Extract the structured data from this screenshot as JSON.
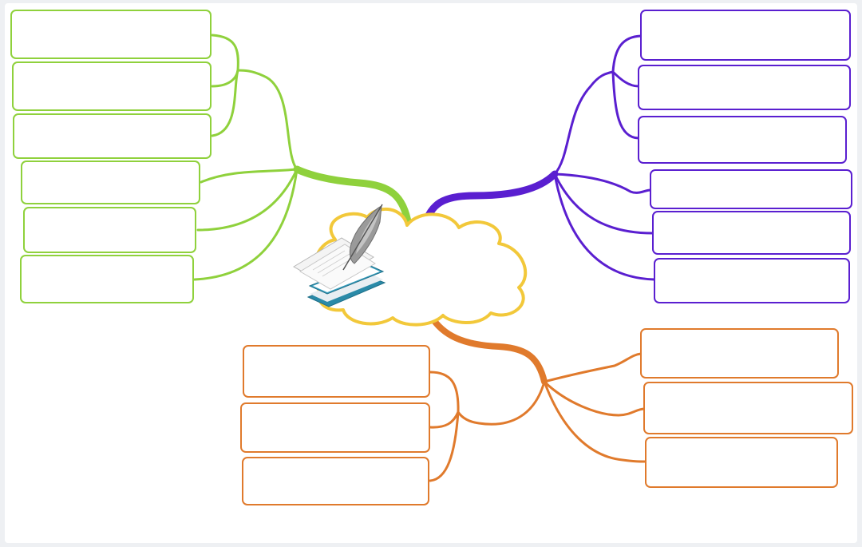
{
  "diagram": {
    "type": "mind-map",
    "center": {
      "label": "",
      "icon": "book-and-quill-icon",
      "colors": {
        "cloud_fill": "#ffffff",
        "cloud_outline": "#f2c83a"
      }
    },
    "branches": [
      {
        "id": "green",
        "color": "#8fd13c",
        "nodes": [
          "",
          "",
          "",
          "",
          "",
          ""
        ]
      },
      {
        "id": "purple",
        "color": "#5a1fd0",
        "nodes": [
          "",
          "",
          "",
          "",
          "",
          ""
        ]
      },
      {
        "id": "orange-left",
        "color": "#e07a2c",
        "nodes": [
          "",
          "",
          ""
        ]
      },
      {
        "id": "orange-right",
        "color": "#e07a2c",
        "nodes": [
          "",
          "",
          ""
        ]
      }
    ]
  }
}
